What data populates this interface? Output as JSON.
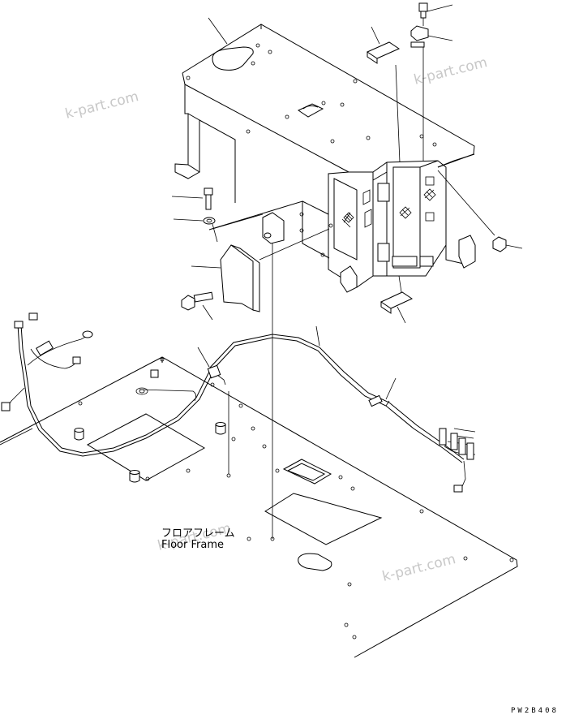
{
  "watermark": "k-part.com",
  "floor_label_jp": "フロアフレーム",
  "floor_label_en": "Floor Frame",
  "drawing_code": "PW2B408"
}
